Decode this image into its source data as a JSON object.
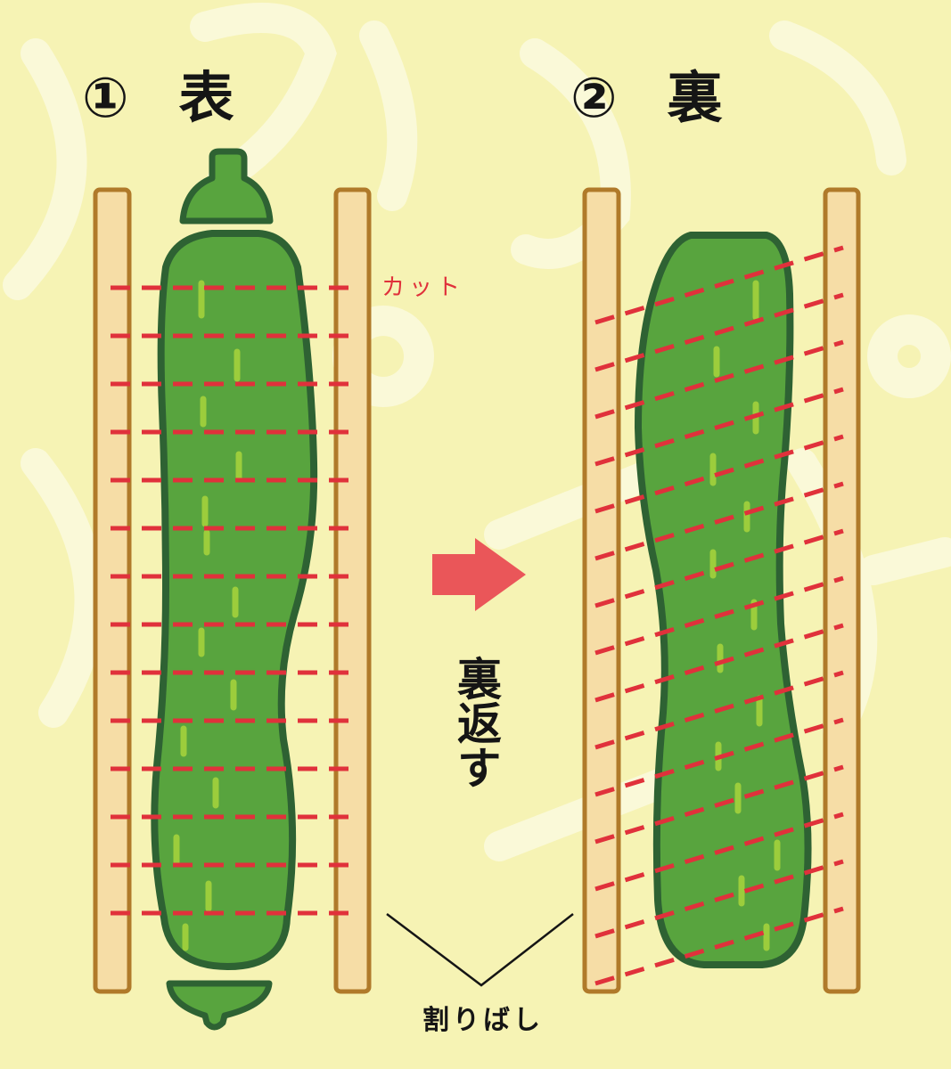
{
  "steps": [
    {
      "number": "①",
      "title": "表"
    },
    {
      "number": "②",
      "title": "裏"
    }
  ],
  "labels": {
    "cut": "カット",
    "flip": "裏返す",
    "chopsticks": "割りばし"
  },
  "watermark": "アイデアパ",
  "colors": {
    "background": "#f6f3b4",
    "cucumber_fill": "#58a43e",
    "cucumber_outline": "#2e6233",
    "cucumber_highlight": "#9ccd3c",
    "chopstick_fill": "#f6dda6",
    "chopstick_outline": "#b07a2a",
    "cut_line": "#e0313b",
    "arrow": "#ea5659"
  },
  "icons": {
    "arrow": "right-arrow-icon",
    "cucumber": "cucumber-icon",
    "chopstick": "chopstick-icon"
  }
}
